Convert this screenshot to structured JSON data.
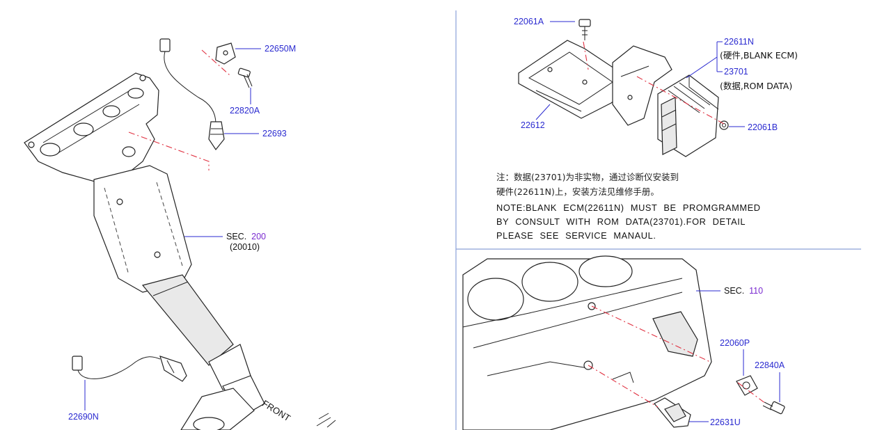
{
  "left_panel": {
    "labels": {
      "p22650M": "22650M",
      "p22820A": "22820A",
      "p22693": "22693",
      "sec_prefix": "SEC.",
      "sec_number": "200",
      "sec_sub": "(20010)",
      "front": "FRONT",
      "p22690N": "22690N"
    }
  },
  "top_right_panel": {
    "labels": {
      "p22061A": "22061A",
      "p22611N": "22611N",
      "p22611N_desc": "(硬件,BLANK  ECM)",
      "p23701": "23701",
      "p23701_desc": "(数据,ROM  DATA)",
      "p22612": "22612",
      "p22061B": "22061B"
    },
    "note_cn_line1": "注：数据(23701)为非实物，通过诊断仪安装到",
    "note_cn_line2": "硬件(22611N)上，安装方法见维修手册。",
    "note_en_line1": "NOTE:BLANK ECM(22611N) MUST BE PROMGRAMMED",
    "note_en_line2": "BY CONSULT WITH ROM DATA(23701).FOR DETAIL",
    "note_en_line3": "PLEASE SEE SERVICE MANAUL."
  },
  "bottom_right_panel": {
    "labels": {
      "sec_prefix": "SEC.",
      "sec_number": "110",
      "p22060P": "22060P",
      "p22840A": "22840A",
      "p22631U": "22631U"
    }
  },
  "colors": {
    "label_blue": "#2a2ad0",
    "section_purple": "#7a2ad0",
    "axis_red": "#e03040",
    "divider_blue": "#8aa0d8"
  }
}
